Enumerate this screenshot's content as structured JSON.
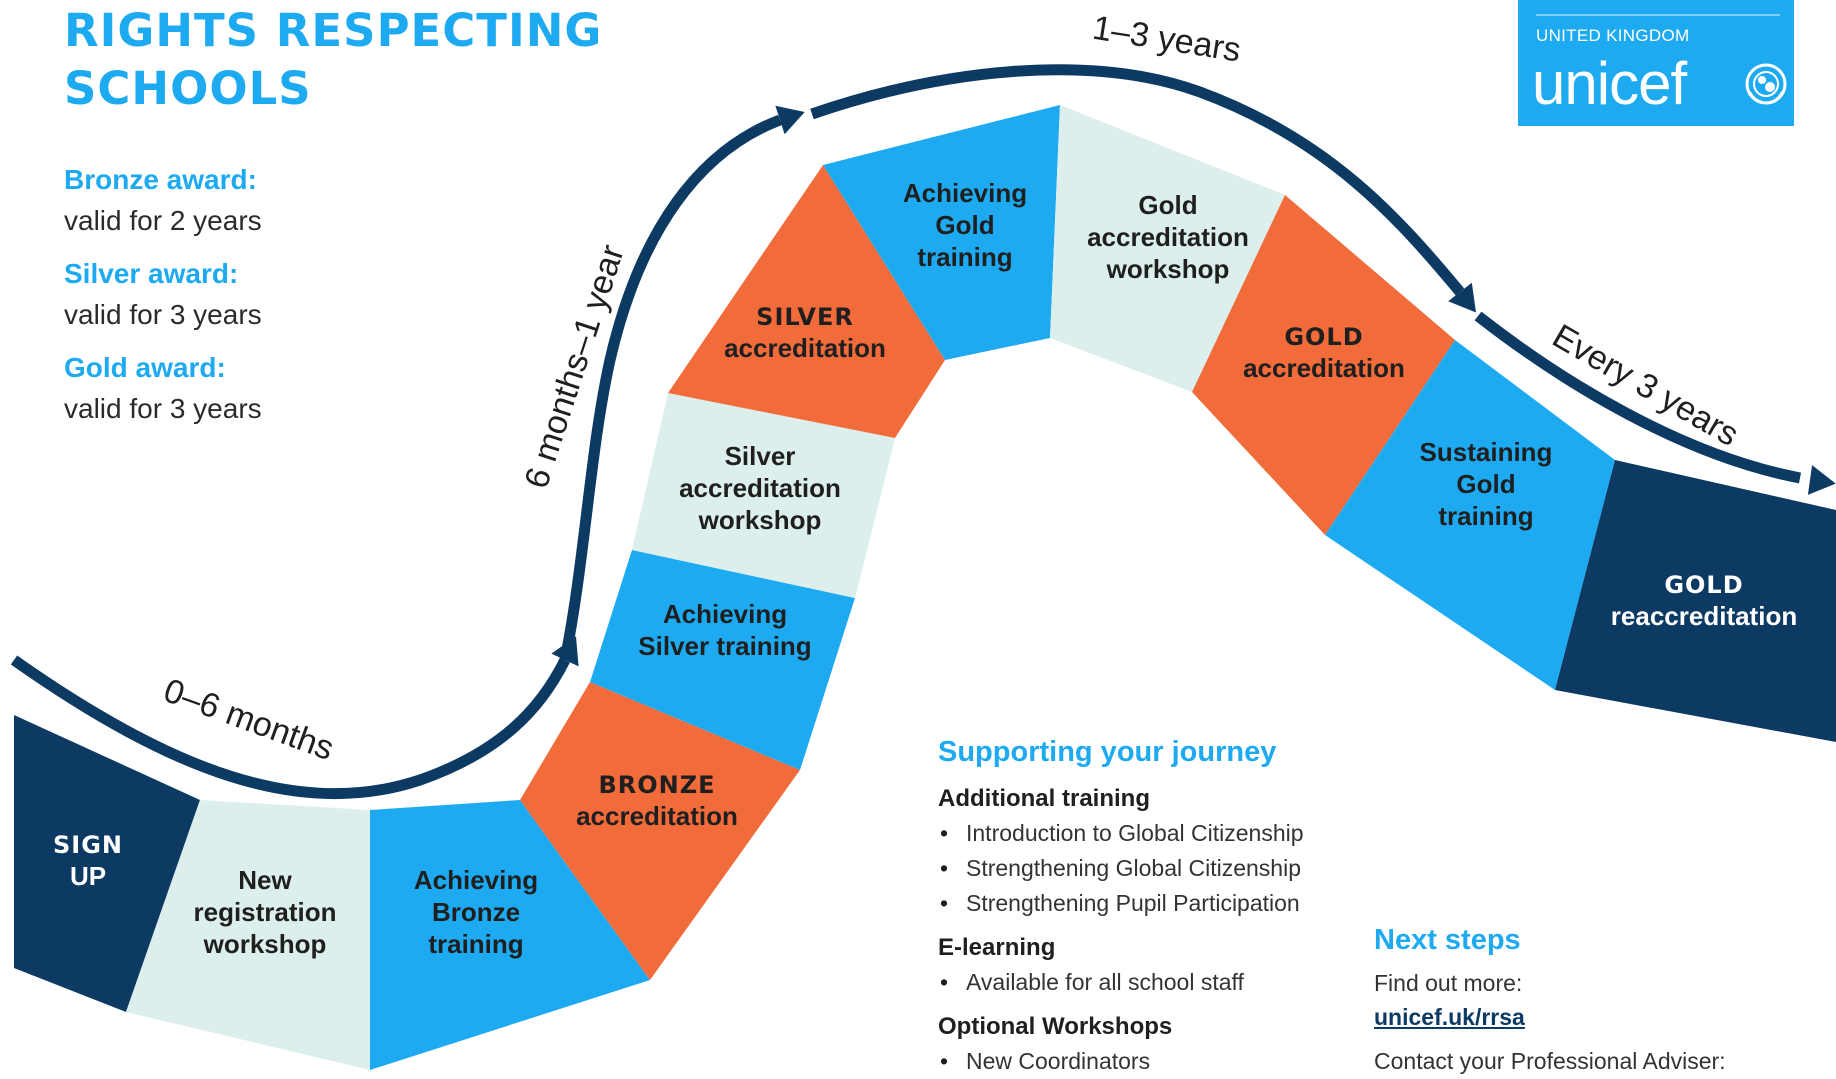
{
  "title": {
    "line1": "RIGHTS RESPECTING",
    "line2": "SCHOOLS"
  },
  "awards": [
    {
      "label": "Bronze award:",
      "validity": "valid for 2 years"
    },
    {
      "label": "Silver award:",
      "validity": "valid for 3 years"
    },
    {
      "label": "Gold award:",
      "validity": "valid for 3 years"
    }
  ],
  "logo": {
    "country": "UNITED KINGDOM",
    "word": "unicef"
  },
  "durations": {
    "phase1": "0–6 months",
    "phase2": "6 months–1 year",
    "phase3": "1–3 years",
    "phase4": "Every 3 years"
  },
  "steps": [
    {
      "line1": "SIGN",
      "line2": "UP",
      "line3": "",
      "color": "#0d3a63",
      "text_color": "#ffffff",
      "emphasis": "heavy"
    },
    {
      "line1": "New",
      "line2": "registration",
      "line3": "workshop",
      "color": "#dcefed",
      "text_color": "#1f1f1f",
      "emphasis": "bold"
    },
    {
      "line1": "Achieving",
      "line2": "Bronze",
      "line3": "training",
      "color": "#1eaaf1",
      "text_color": "#1f1f1f",
      "emphasis": "bold"
    },
    {
      "line1": "BRONZE",
      "line2": "accreditation",
      "line3": "",
      "color": "#f26b3a",
      "text_color": "#1f1f1f",
      "emphasis": "heavy"
    },
    {
      "line1": "Achieving",
      "line2": "Silver training",
      "line3": "",
      "color": "#1eaaf1",
      "text_color": "#1f1f1f",
      "emphasis": "bold"
    },
    {
      "line1": "Silver",
      "line2": "accreditation",
      "line3": "workshop",
      "color": "#dcefed",
      "text_color": "#1f1f1f",
      "emphasis": "bold"
    },
    {
      "line1": "SILVER",
      "line2": "accreditation",
      "line3": "",
      "color": "#f26b3a",
      "text_color": "#1f1f1f",
      "emphasis": "heavy"
    },
    {
      "line1": "Achieving",
      "line2": "Gold",
      "line3": "training",
      "color": "#1eaaf1",
      "text_color": "#1f1f1f",
      "emphasis": "bold"
    },
    {
      "line1": "Gold",
      "line2": "accreditation",
      "line3": "workshop",
      "color": "#dcefed",
      "text_color": "#1f1f1f",
      "emphasis": "bold"
    },
    {
      "line1": "GOLD",
      "line2": "accreditation",
      "line3": "",
      "color": "#f26b3a",
      "text_color": "#1f1f1f",
      "emphasis": "heavy"
    },
    {
      "line1": "Sustaining",
      "line2": "Gold",
      "line3": "training",
      "color": "#1eaaf1",
      "text_color": "#1f1f1f",
      "emphasis": "bold"
    },
    {
      "line1": "GOLD",
      "line2": "reaccreditation",
      "line3": "",
      "color": "#0d3a63",
      "text_color": "#ffffff",
      "emphasis": "heavy"
    }
  ],
  "support": {
    "heading": "Supporting your journey",
    "groups": [
      {
        "title": "Additional training",
        "items": [
          "Introduction to Global Citizenship",
          "Strengthening Global Citizenship",
          "Strengthening Pupil Participation"
        ]
      },
      {
        "title": "E-learning",
        "items": [
          "Available for all school staff"
        ]
      },
      {
        "title": "Optional Workshops",
        "items": [
          "New Coordinators"
        ]
      }
    ]
  },
  "next_steps": {
    "heading": "Next steps",
    "find_out": "Find out more:",
    "link": "unicef.uk/rrsa",
    "contact": "Contact your Professional Adviser:"
  },
  "colors": {
    "navy": "#0d3a63",
    "blue": "#1eaaf1",
    "mint": "#dcefed",
    "orange": "#f26b3a"
  }
}
